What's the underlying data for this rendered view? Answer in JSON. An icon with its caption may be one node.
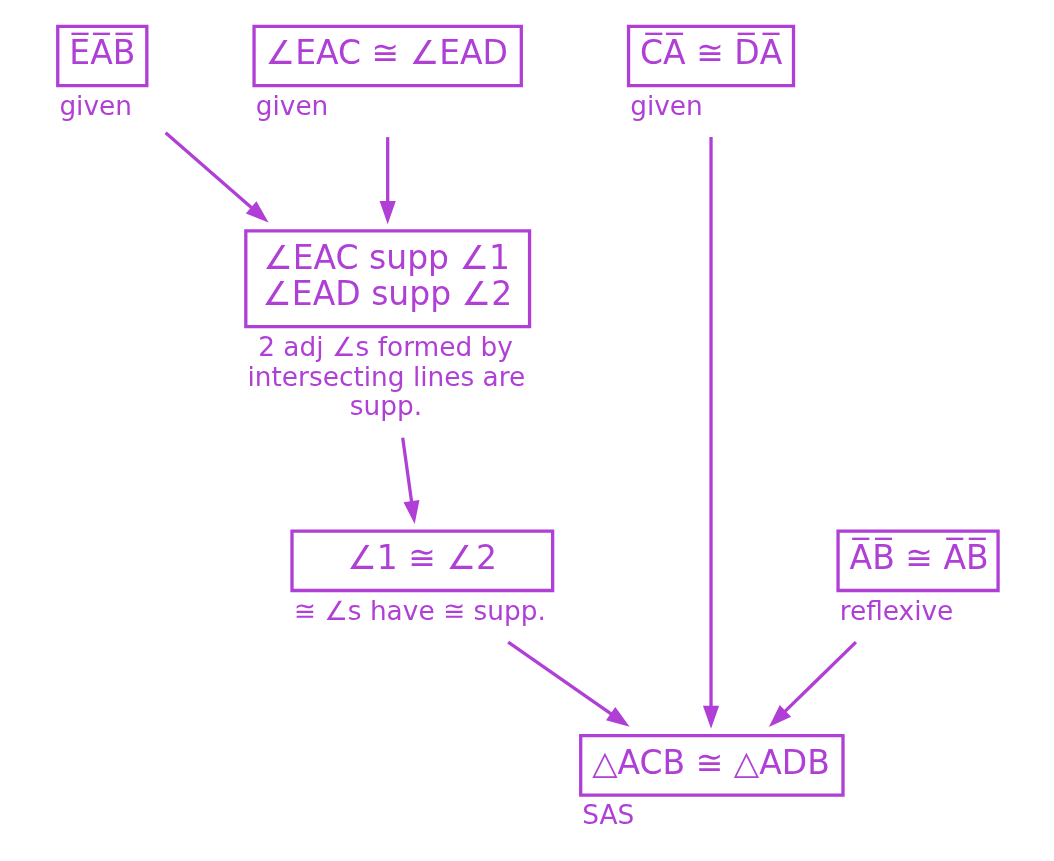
{
  "diagram": {
    "nodes": [
      {
        "text": [
          "E̅A̅B̅"
        ],
        "beside": [
          "given"
        ]
      },
      {
        "text": [
          "∠EAC ≅ ∠EAD"
        ],
        "beside": [
          "given"
        ]
      },
      {
        "text": [
          "C̅A̅ ≅ D̅A̅"
        ],
        "beside": [
          "given"
        ]
      },
      {
        "text": [
          "∠EAC supp ∠1",
          "∠EAD supp ∠2"
        ],
        "beside": [
          "2 adj ∠s formed by intersecting lines are supp."
        ]
      },
      {
        "text": [
          "∠1 ≅ ∠2"
        ],
        "beside": [
          "≅ ∠s have ≅ supp."
        ]
      },
      {
        "text": [
          "A̅B̅ ≅ A̅B̅"
        ],
        "beside": [
          "reflexive"
        ]
      },
      {
        "text": [
          "△ACB ≅ △ADB"
        ],
        "beside": [
          "SAS"
        ]
      }
    ],
    "edges": [
      {
        "from": 0,
        "to": 3,
        "arrow": "to"
      },
      {
        "from": 1,
        "to": 3,
        "arrow": "to"
      },
      {
        "from": 3,
        "to": 4,
        "arrow": "to"
      },
      {
        "from": 4,
        "to": 6,
        "arrow": "to"
      },
      {
        "from": 2,
        "to": 6,
        "arrow": "to"
      },
      {
        "from": 5,
        "to": 6,
        "arrow": "to"
      }
    ]
  }
}
